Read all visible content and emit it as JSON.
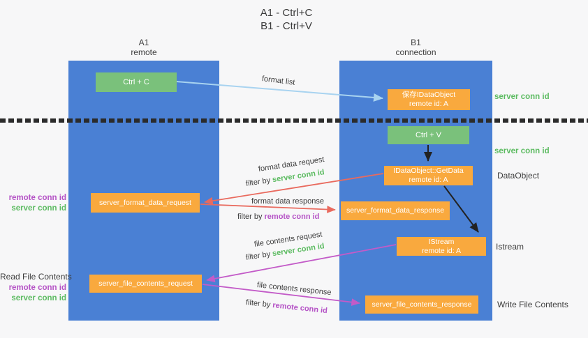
{
  "title": {
    "line1": "A1 - Ctrl+C",
    "line2": "B1 - Ctrl+V"
  },
  "columns": {
    "left": {
      "id": "A1",
      "role": "remote"
    },
    "right": {
      "id": "B1",
      "role": "connection"
    }
  },
  "nodes": {
    "ctrl_c": {
      "label": "Ctrl + C"
    },
    "ctrl_v": {
      "label": "Ctrl + V"
    },
    "save_dataobject": {
      "line1": "保存IDataObject",
      "line2": "remote id: A"
    },
    "getdata": {
      "line1": "IDataObject::GetData",
      "line2": "remote id: A"
    },
    "istream": {
      "line1": "IStream",
      "line2": "remote id: A"
    },
    "server_format_data_request": {
      "label": "server_format_data_request"
    },
    "server_format_data_response": {
      "label": "server_format_data_response"
    },
    "server_file_contents_request": {
      "label": "server_file_contents_request"
    },
    "server_file_contents_response": {
      "label": "server_file_contents_response"
    }
  },
  "arrow_labels": {
    "format_list": "format list",
    "format_data_request": "format data request",
    "format_data_response": "format data response",
    "file_contents_request": "file contents request",
    "file_contents_response": "file contents response",
    "filter_by": "filter by",
    "server_conn_id": "server conn id",
    "remote_conn_id": "remote conn id"
  },
  "side_labels": {
    "server_conn_id_top": "server conn id",
    "server_conn_id_mid": "server conn id",
    "dataobject": "DataObject",
    "istream": "Istream",
    "write_file_contents": "Write File Contents",
    "read_file_contents": "Read File Contents",
    "remote_conn_id": "remote conn id",
    "server_conn_id": "server conn id"
  },
  "colors": {
    "column_blue": "#4a80d4",
    "box_green": "#7ac17b",
    "box_orange": "#f9a93e",
    "arrow_red": "#e96a5e",
    "arrow_purple": "#c35bc8",
    "arrow_blue": "#a8d3f0",
    "arrow_black": "#222222",
    "text_green": "#5cbb61",
    "text_purple": "#b553c6"
  }
}
